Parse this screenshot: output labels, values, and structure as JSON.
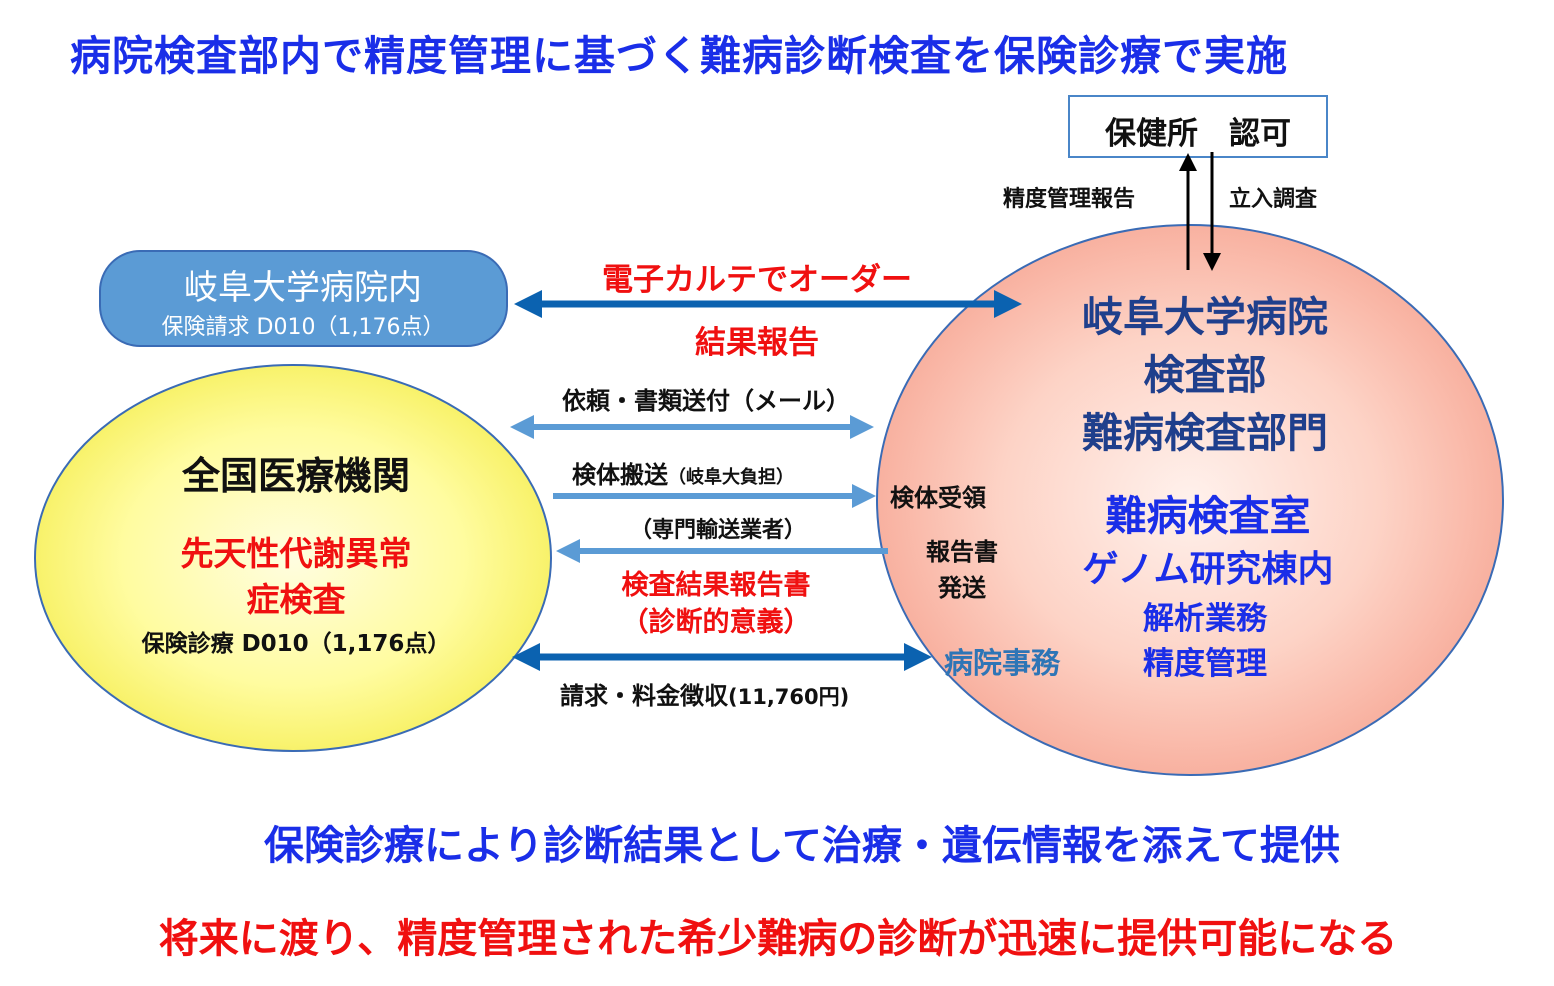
{
  "colors": {
    "title_blue": "#1a2ee8",
    "accent_red": "#f01010",
    "arrow_dark_blue": "#0b62b0",
    "arrow_light_blue": "#5b9bd5",
    "hospital_box": "#5b9bd5",
    "left_ellipse": "#fffcaa",
    "right_circle": "#fbbfb0"
  },
  "title": "病院検査部内で精度管理に基づく難病診断検査を保険診療で実施",
  "health_center": {
    "label": "保健所　認可",
    "report_label": "精度管理報告",
    "inspection_label": "立入調査"
  },
  "hospital_internal": {
    "title": "岐阜大学病院内",
    "subtitle": "保険請求 D010（1,176点）"
  },
  "national": {
    "title": "全国医療機関",
    "test_line1": "先天性代謝異常",
    "test_line2": "症検査",
    "insurance": "保険診療 D010（1,176点）"
  },
  "gifu_lab": {
    "line1": "岐阜大学病院",
    "line2": "検査部",
    "line3": "難病検査部門",
    "room_title": "難病検査室",
    "room_location": "ゲノム研究棟内",
    "task1": "解析業務",
    "task2": "精度管理",
    "receive": "検体受領",
    "report_line1": "報告書",
    "report_line2": "発送",
    "office": "病院事務"
  },
  "flows": {
    "order": "電子カルテでオーダー",
    "result": "結果報告",
    "request": "依頼・書類送付（メール）",
    "transport_main": "検体搬送",
    "transport_note": "（岐阜大負担）",
    "courier": "（専門輸送業者）",
    "report_doc": "検査結果報告書",
    "report_meaning": "（診断的意義）",
    "billing_main": "請求・料金徴収",
    "billing_amount": "(11,760円)"
  },
  "conclusion1": "保険診療により診断結果として治療・遺伝情報を添えて提供",
  "conclusion2": "将来に渡り、精度管理された希少難病の診断が迅速に提供可能になる"
}
